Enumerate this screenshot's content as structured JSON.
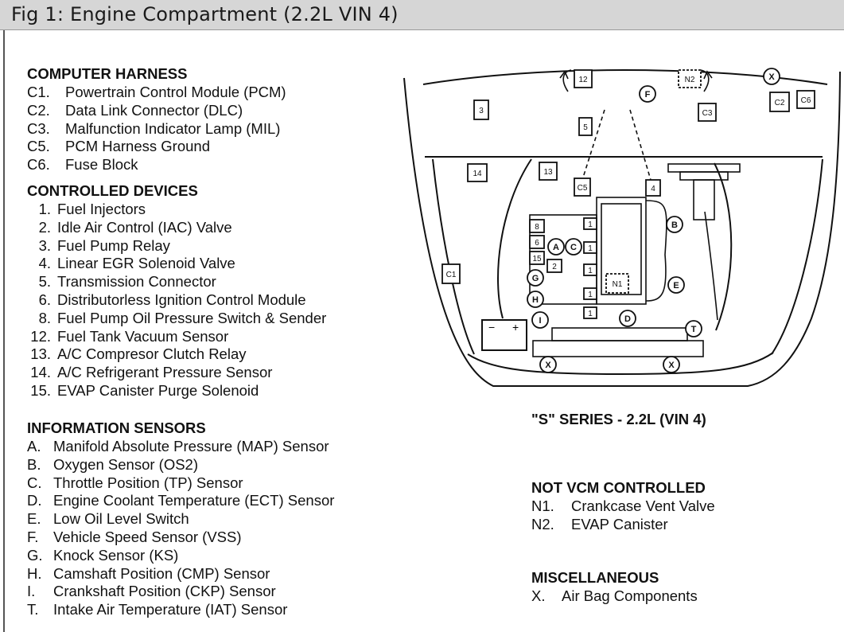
{
  "header": {
    "title": "Fig 1: Engine Compartment (2.2L VIN 4)"
  },
  "computer_harness": {
    "heading": "COMPUTER HARNESS",
    "items": [
      {
        "code": "C1.",
        "label": "Powertrain Control Module (PCM)"
      },
      {
        "code": "C2.",
        "label": "Data Link Connector (DLC)"
      },
      {
        "code": "C3.",
        "label": "Malfunction Indicator Lamp (MIL)"
      },
      {
        "code": "C5.",
        "label": "PCM Harness Ground"
      },
      {
        "code": "C6.",
        "label": "Fuse Block"
      }
    ]
  },
  "controlled_devices": {
    "heading": "CONTROLLED DEVICES",
    "items": [
      {
        "code": "1.",
        "label": "Fuel Injectors"
      },
      {
        "code": "2.",
        "label": "Idle Air Control (IAC) Valve"
      },
      {
        "code": "3.",
        "label": "Fuel Pump Relay"
      },
      {
        "code": "4.",
        "label": "Linear EGR Solenoid Valve"
      },
      {
        "code": "5.",
        "label": "Transmission Connector"
      },
      {
        "code": "6.",
        "label": "Distributorless Ignition Control Module"
      },
      {
        "code": "8.",
        "label": "Fuel Pump Oil Pressure Switch & Sender"
      },
      {
        "code": "12.",
        "label": "Fuel Tank Vacuum Sensor"
      },
      {
        "code": "13.",
        "label": "A/C Compresor Clutch Relay"
      },
      {
        "code": "14.",
        "label": "A/C Refrigerant Pressure Sensor"
      },
      {
        "code": "15.",
        "label": "EVAP Canister Purge Solenoid"
      }
    ]
  },
  "information_sensors": {
    "heading": "INFORMATION SENSORS",
    "items": [
      {
        "code": "A.",
        "label": "Manifold Absolute Pressure (MAP) Sensor"
      },
      {
        "code": "B.",
        "label": "Oxygen Sensor (OS2)"
      },
      {
        "code": "C.",
        "label": "Throttle Position (TP) Sensor"
      },
      {
        "code": "D.",
        "label": "Engine Coolant Temperature (ECT) Sensor"
      },
      {
        "code": "E.",
        "label": "Low Oil Level Switch"
      },
      {
        "code": "F.",
        "label": "Vehicle Speed Sensor (VSS)"
      },
      {
        "code": "G.",
        "label": "Knock Sensor (KS)"
      },
      {
        "code": "H.",
        "label": "Camshaft Position (CMP) Sensor"
      },
      {
        "code": "I.",
        "label": "Crankshaft Position (CKP) Sensor"
      },
      {
        "code": "T.",
        "label": "Intake Air Temperature (IAT) Sensor"
      }
    ]
  },
  "diagram": {
    "subtitle": "\"S\" SERIES - 2.2L (VIN 4)",
    "boxes": [
      "12",
      "N2",
      "3",
      "5",
      "C3",
      "C2",
      "C6",
      "14",
      "13",
      "C5",
      "4",
      "C1",
      "8",
      "6",
      "15",
      "2",
      "1",
      "1",
      "1",
      "1",
      "1",
      "N1"
    ],
    "circles": [
      "X",
      "F",
      "B",
      "A",
      "C",
      "G",
      "E",
      "H",
      "I",
      "D",
      "T",
      "X",
      "X"
    ],
    "battery": {
      "minus": "−",
      "plus": "+"
    }
  },
  "not_vcm_controlled": {
    "heading": "NOT VCM CONTROLLED",
    "items": [
      {
        "code": "N1.",
        "label": "Crankcase Vent Valve"
      },
      {
        "code": "N2.",
        "label": "EVAP Canister"
      }
    ]
  },
  "miscellaneous": {
    "heading": "MISCELLANEOUS",
    "items": [
      {
        "code": "X.",
        "label": "Air Bag Components"
      }
    ]
  }
}
